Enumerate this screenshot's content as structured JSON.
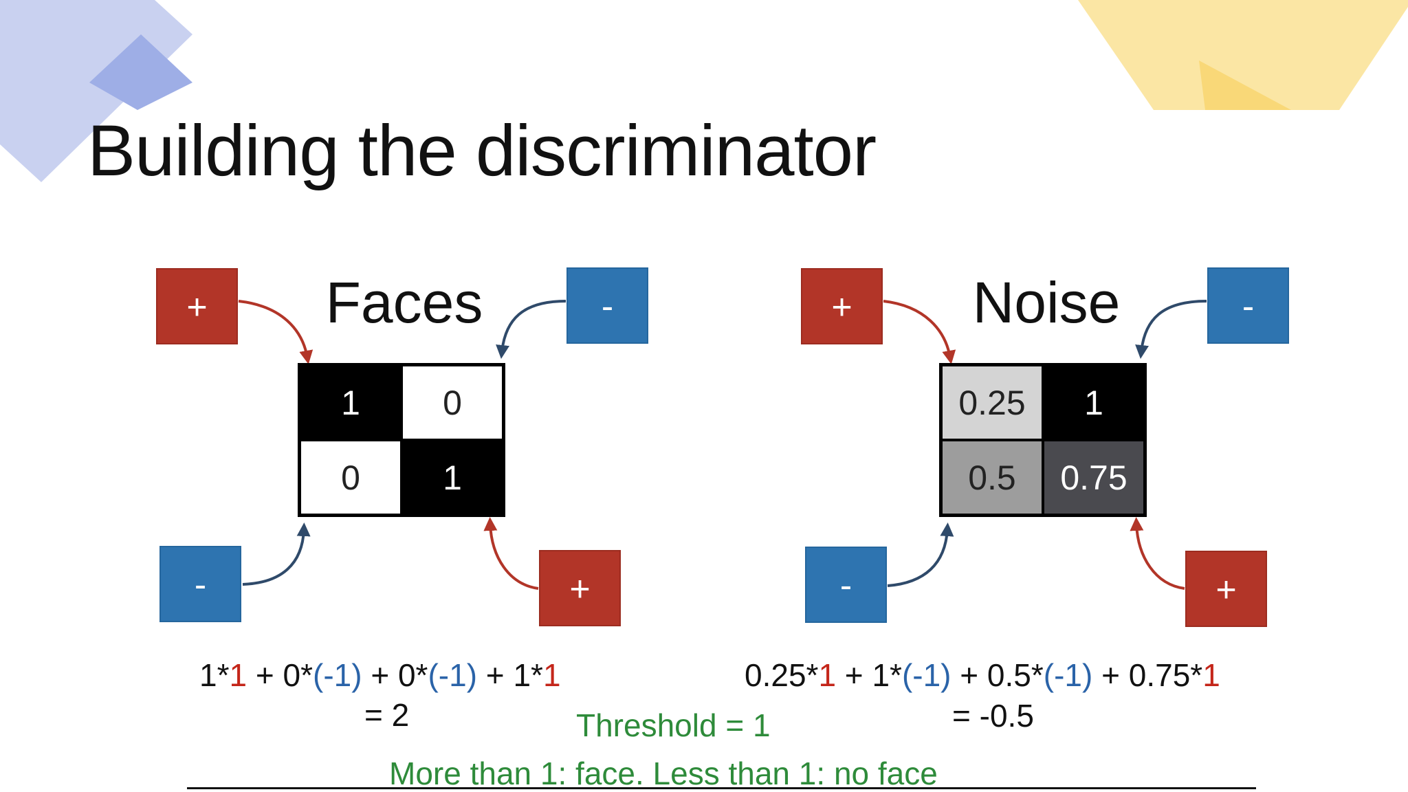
{
  "title": "Building the discriminator",
  "colors": {
    "plus": "#b23528",
    "minus": "#2e74b0",
    "text_red": "#c4261a",
    "text_blue": "#2a63a8",
    "text_green": "#2e8b3a"
  },
  "faces": {
    "label": "Faces",
    "cells": [
      "1",
      "0",
      "0",
      "1"
    ],
    "cell_colors": [
      "#000000",
      "#ffffff",
      "#ffffff",
      "#000000"
    ],
    "cell_text_colors": [
      "#ffffff",
      "#222222",
      "#222222",
      "#ffffff"
    ],
    "weights": {
      "top_left": "+",
      "top_right": "-",
      "bottom_left": "-",
      "bottom_right": "+"
    },
    "equation": {
      "parts": [
        "1*",
        "1",
        " + 0*",
        "(-1)",
        " + 0*",
        "(-1)",
        " + 1*",
        "1"
      ],
      "result": "= 2"
    }
  },
  "noise": {
    "label": "Noise",
    "cells": [
      "0.25",
      "1",
      "0.5",
      "0.75"
    ],
    "cell_colors": [
      "#d4d4d4",
      "#000000",
      "#9d9d9d",
      "#4a4a4f"
    ],
    "cell_text_colors": [
      "#222222",
      "#ffffff",
      "#222222",
      "#ffffff"
    ],
    "weights": {
      "top_left": "+",
      "top_right": "-",
      "bottom_left": "-",
      "bottom_right": "+"
    },
    "equation": {
      "parts": [
        "0.25*",
        "1",
        " + 1*",
        "(-1)",
        " + 0.5*",
        "(-1)",
        " + 0.75*",
        "1"
      ],
      "result": "= -0.5"
    }
  },
  "threshold": "Threshold = 1",
  "rule": "More than 1: face. Less than 1: no face"
}
